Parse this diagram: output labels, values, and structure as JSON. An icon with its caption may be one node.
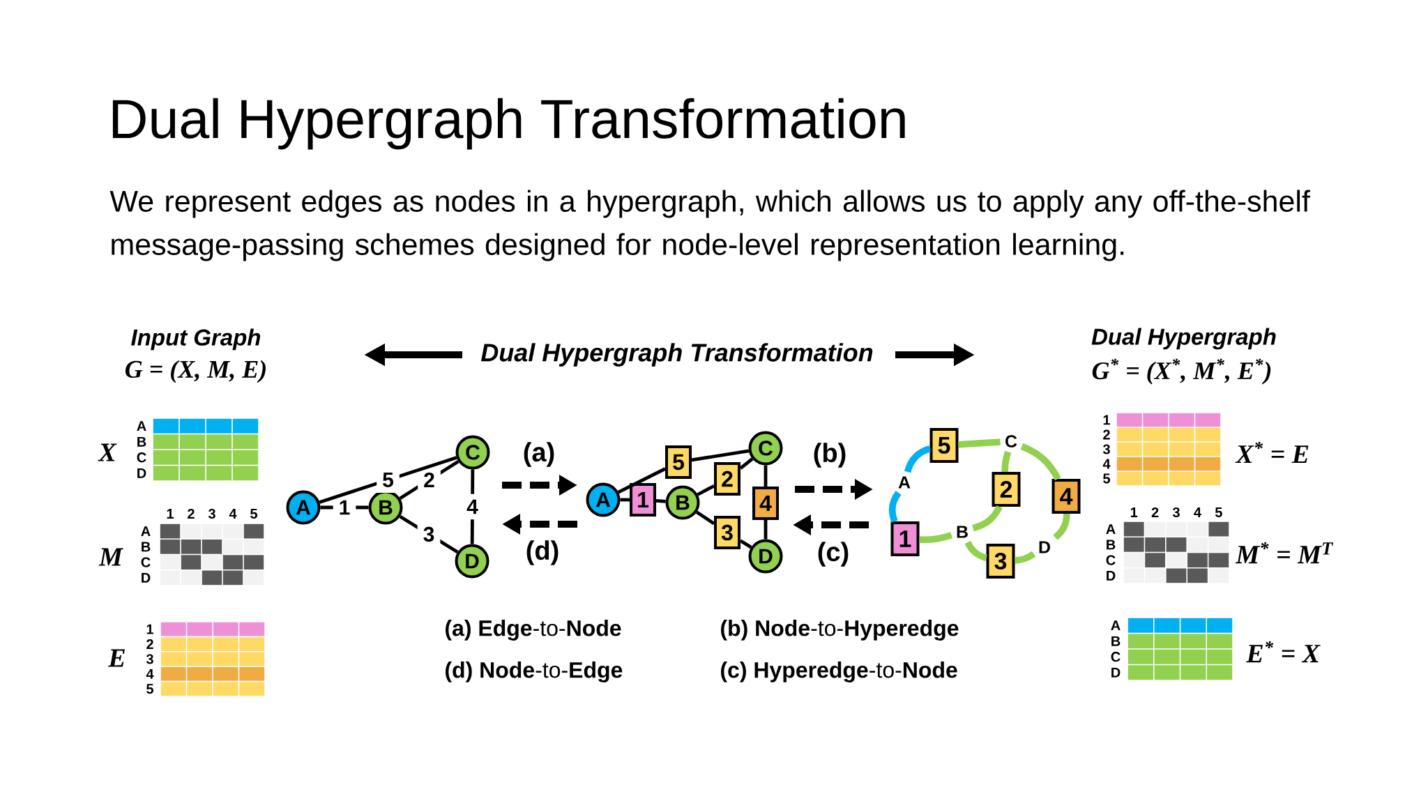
{
  "diagram": {
    "title": "Dual Hypergraph Transformation",
    "nodes": [
      {
        "text": [
          "A"
        ]
      },
      {
        "text": [
          "B"
        ]
      },
      {
        "text": [
          "C"
        ]
      },
      {
        "text": [
          "D"
        ]
      },
      {
        "text": [
          "A"
        ]
      },
      {
        "text": [
          "1"
        ]
      },
      {
        "text": [
          "B"
        ]
      },
      {
        "text": [
          "5"
        ]
      },
      {
        "text": [
          "2"
        ]
      },
      {
        "text": [
          "C"
        ]
      },
      {
        "text": [
          "4"
        ]
      },
      {
        "text": [
          "3"
        ]
      },
      {
        "text": [
          "D"
        ]
      },
      {
        "text": [
          "5"
        ]
      },
      {
        "text": [
          "C"
        ]
      },
      {
        "text": [
          "A"
        ]
      },
      {
        "text": [
          "2"
        ]
      },
      {
        "text": [
          "4"
        ]
      },
      {
        "text": [
          "1"
        ]
      },
      {
        "text": [
          "B"
        ]
      },
      {
        "text": [
          "D"
        ]
      },
      {
        "text": [
          "3"
        ]
      }
    ],
    "edges": [
      {
        "from": 0,
        "to": 1,
        "arrow": "none",
        "label": "1"
      },
      {
        "from": 1,
        "to": 2,
        "arrow": "none",
        "label": "2"
      },
      {
        "from": 1,
        "to": 3,
        "arrow": "none",
        "label": "3"
      },
      {
        "from": 2,
        "to": 3,
        "arrow": "none",
        "label": "4"
      },
      {
        "from": 0,
        "to": 2,
        "arrow": "none",
        "label": "5"
      },
      {
        "from": 4,
        "to": 5,
        "arrow": "none"
      },
      {
        "from": 5,
        "to": 6,
        "arrow": "none"
      },
      {
        "from": 6,
        "to": 8,
        "arrow": "none"
      },
      {
        "from": 8,
        "to": 9,
        "arrow": "none"
      },
      {
        "from": 6,
        "to": 11,
        "arrow": "none"
      },
      {
        "from": 11,
        "to": 12,
        "arrow": "none"
      },
      {
        "from": 9,
        "to": 10,
        "arrow": "none"
      },
      {
        "from": 10,
        "to": 12,
        "arrow": "none"
      },
      {
        "from": 4,
        "to": 7,
        "arrow": "none"
      },
      {
        "from": 7,
        "to": 9,
        "arrow": "none"
      },
      {
        "from": 15,
        "to": 13,
        "arrow": "none",
        "style": "thick",
        "color": "#00b0f0"
      },
      {
        "from": 15,
        "to": 18,
        "arrow": "none",
        "style": "thick",
        "color": "#00b0f0"
      },
      {
        "from": 19,
        "to": 18,
        "arrow": "none",
        "style": "thick",
        "color": "#92d050"
      },
      {
        "from": 19,
        "to": 16,
        "arrow": "none",
        "style": "thick",
        "color": "#92d050"
      },
      {
        "from": 19,
        "to": 21,
        "arrow": "none",
        "style": "thick",
        "color": "#92d050"
      },
      {
        "from": 14,
        "to": 13,
        "arrow": "none",
        "style": "thick",
        "color": "#92d050"
      },
      {
        "from": 14,
        "to": 16,
        "arrow": "none",
        "style": "thick",
        "color": "#92d050"
      },
      {
        "from": 14,
        "to": 17,
        "arrow": "none",
        "style": "thick",
        "color": "#92d050"
      },
      {
        "from": 20,
        "to": 17,
        "arrow": "none",
        "style": "thick",
        "color": "#92d050"
      },
      {
        "from": 20,
        "to": 21,
        "arrow": "none",
        "style": "thick",
        "color": "#92d050"
      }
    ],
    "labels": [
      "We represent edges as nodes in a hypergraph, which allows us to apply any off-the-shelf message-passing schemes designed for node-level representation learning.",
      "Input Graph",
      "G = (X, M, E)",
      "Dual Hypergraph Transformation",
      "Dual Hypergraph",
      "G$^{*}$ = (X$^{*}$, M$^{*}$, E$^{*}$)",
      "X",
      "A",
      "B",
      "C",
      "D",
      "1",
      "2",
      "3",
      "4",
      "5",
      "A",
      "B",
      "C",
      "D",
      "M",
      "1",
      "2",
      "3",
      "4",
      "5",
      "E",
      "(a)",
      "(d)",
      "(b)",
      "(c)",
      "1",
      "2",
      "3",
      "4",
      "5",
      "X$^{*}$ = E",
      "1",
      "2",
      "3",
      "4",
      "5",
      "A",
      "B",
      "C",
      "D",
      "M$^{*}$ = M$^{T}$",
      "A",
      "B",
      "C",
      "D",
      "E$^{*}$ = X",
      "**(a) Edge**-to-**Node**",
      "**(b) Node**-to-**Hyperedge**",
      "**(d) Node**-to-**Edge**",
      "**(c) Hyperedge**-to-**Node**"
    ]
  }
}
